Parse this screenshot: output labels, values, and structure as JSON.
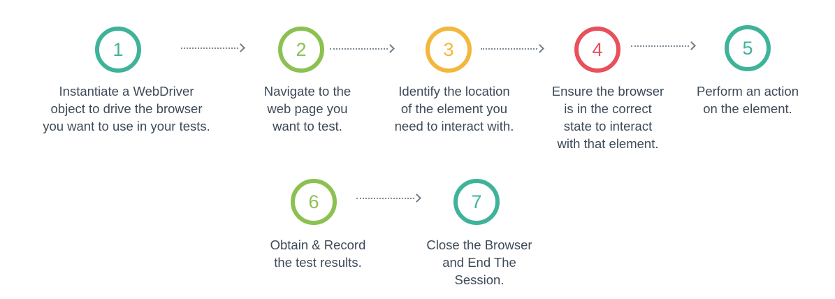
{
  "steps": [
    {
      "number": "1",
      "color": "#3fb39a",
      "text": [
        "Instantiate a WebDriver",
        "object to drive the browser",
        "you want to use in your tests."
      ]
    },
    {
      "number": "2",
      "color": "#8cc152",
      "text": [
        "Navigate to the",
        "web page you",
        "want to test."
      ]
    },
    {
      "number": "3",
      "color": "#f3b73c",
      "text": [
        "Identify the location",
        "of the element you",
        "need to interact with."
      ]
    },
    {
      "number": "4",
      "color": "#e8505b",
      "text": [
        "Ensure the browser",
        "is in the correct",
        "state to interact",
        "with that element."
      ]
    },
    {
      "number": "5",
      "color": "#3fb39a",
      "text": [
        "Perform an action",
        "on the element."
      ]
    },
    {
      "number": "6",
      "color": "#8cc152",
      "text": [
        "Obtain & Record",
        "the test results."
      ]
    },
    {
      "number": "7",
      "color": "#3fb39a",
      "text": [
        "Close the Browser",
        "and End The",
        "Session."
      ]
    }
  ]
}
